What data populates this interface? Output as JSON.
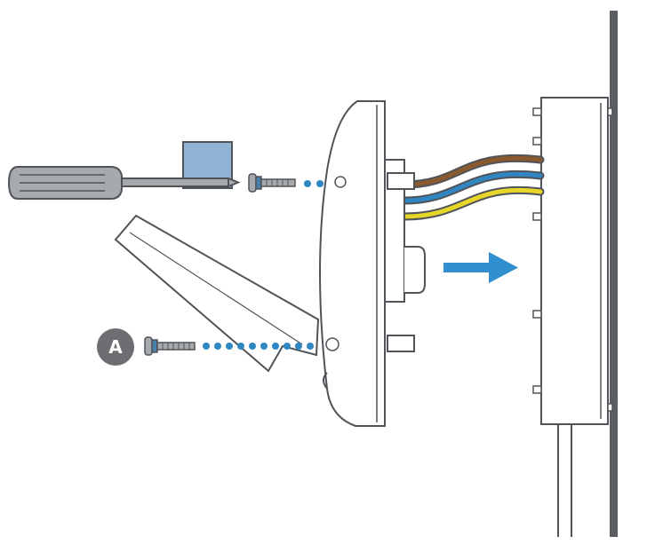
{
  "callout": {
    "label": "A"
  },
  "colors": {
    "outline": "#505459",
    "screwdriver_grey": "#a7aaad",
    "screw_blue": "#4a7fa8",
    "tape_blue": "#8fb4d4",
    "dots_blue": "#2f86c2",
    "arrow_blue": "#2f8fcf",
    "wire_brown": "#8a5a2e",
    "wire_blue": "#2f86c2",
    "wire_yellow": "#e7d52a",
    "wall_dark": "#5a5d62",
    "badge_grey": "#6d6e71"
  },
  "icons": [
    "screwdriver-icon",
    "screw-icon",
    "dotted-path",
    "arrow-right-icon",
    "wall-box",
    "wires",
    "callout-badge"
  ]
}
